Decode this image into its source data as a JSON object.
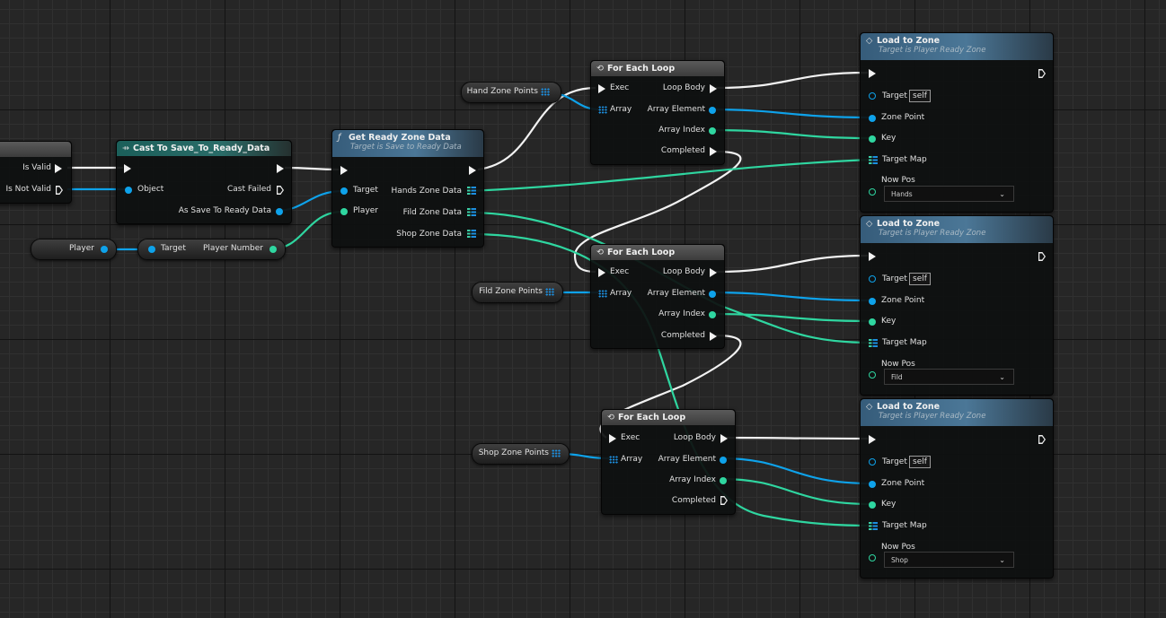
{
  "cut_node": {
    "is_valid": "Is Valid",
    "is_not_valid": "Is Not Valid"
  },
  "player_var": {
    "label": "Player"
  },
  "player_number_node": {
    "target": "Target",
    "output": "Player Number"
  },
  "cast_node": {
    "title": "Cast To Save_To_Ready_Data",
    "object": "Object",
    "cast_failed": "Cast Failed",
    "as_output": "As Save To Ready Data"
  },
  "get_ready_zone": {
    "title": "Get Ready Zone Data",
    "subtitle": "Target is Save to Ready Data",
    "target": "Target",
    "player": "Player",
    "hands": "Hands Zone Data",
    "fild": "Fild Zone Data",
    "shop": "Shop Zone Data"
  },
  "vars": {
    "hand_points": "Hand Zone Points",
    "fild_points": "Fild Zone Points",
    "shop_points": "Shop Zone Points"
  },
  "loops": [
    {
      "title": "For Each Loop",
      "exec": "Exec",
      "array": "Array",
      "loop_body": "Loop Body",
      "array_element": "Array Element",
      "array_index": "Array Index",
      "completed": "Completed"
    },
    {
      "title": "For Each Loop",
      "exec": "Exec",
      "array": "Array",
      "loop_body": "Loop Body",
      "array_element": "Array Element",
      "array_index": "Array Index",
      "completed": "Completed"
    },
    {
      "title": "For Each Loop",
      "exec": "Exec",
      "array": "Array",
      "loop_body": "Loop Body",
      "array_element": "Array Element",
      "array_index": "Array Index",
      "completed": "Completed"
    }
  ],
  "zones": [
    {
      "title": "Load to Zone",
      "subtitle": "Target is Player Ready Zone",
      "target": "Target",
      "self": "self",
      "zone_point": "Zone Point",
      "key": "Key",
      "target_map": "Target Map",
      "now_pos": "Now Pos",
      "now_pos_value": "Hands"
    },
    {
      "title": "Load to Zone",
      "subtitle": "Target is Player Ready Zone",
      "target": "Target",
      "self": "self",
      "zone_point": "Zone Point",
      "key": "Key",
      "target_map": "Target Map",
      "now_pos": "Now Pos",
      "now_pos_value": "Fild"
    },
    {
      "title": "Load to Zone",
      "subtitle": "Target is Player Ready Zone",
      "target": "Target",
      "self": "self",
      "zone_point": "Zone Point",
      "key": "Key",
      "target_map": "Target Map",
      "now_pos": "Now Pos",
      "now_pos_value": "Shop"
    }
  ],
  "colors": {
    "exec_wire": "#f2f2f2",
    "object_wire": "#0ea2ea",
    "int_wire": "#2fd6a0",
    "cast_header": "#1b5f5a",
    "function_header": "#4b7797"
  }
}
